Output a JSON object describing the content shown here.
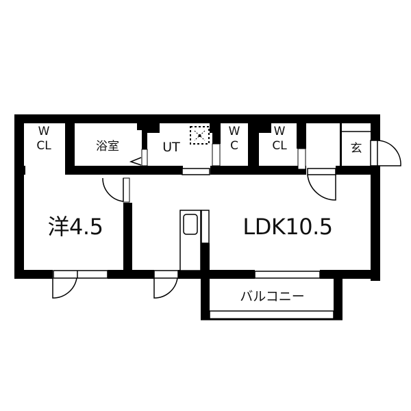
{
  "floor_plan": {
    "colors": {
      "wall": "#000000",
      "background": "#ffffff",
      "line": "#000000"
    },
    "rooms": {
      "wcl_1": {
        "line1": "W",
        "line2": "CL"
      },
      "bath": {
        "label": "浴室"
      },
      "ut": {
        "label": "UT"
      },
      "wc": {
        "line1": "W",
        "line2": "C"
      },
      "wcl_2": {
        "line1": "W",
        "line2": "CL"
      },
      "entrance": {
        "label": "玄"
      },
      "western_room": {
        "label": "洋4.5"
      },
      "ldk": {
        "label": "LDK10.5"
      },
      "balcony": {
        "label": "バルコニー"
      }
    }
  }
}
